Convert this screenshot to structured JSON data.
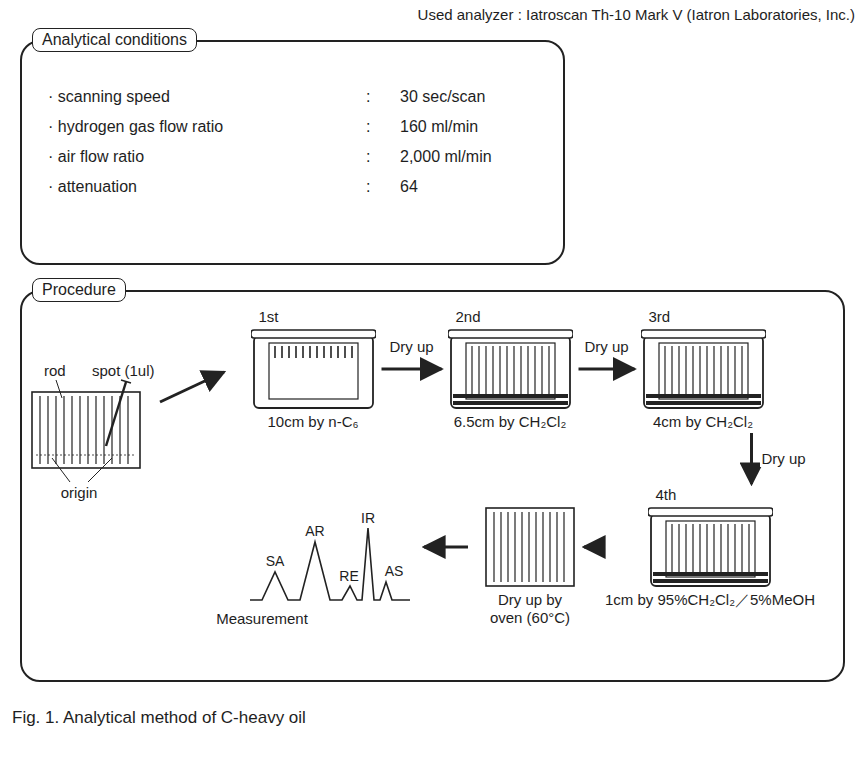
{
  "diagram": {
    "caption": "Fig. 1. Analytical method of C-heavy oil",
    "nodes": [
      {
        "text": [
          "Analytical conditions",
          "· scanning speed",
          ":",
          "30 sec/scan",
          "· hydrogen gas flow ratio",
          ":",
          "160 ml/min",
          "· air flow ratio",
          ":",
          "2,000 ml/min",
          "· attenuation",
          ":",
          "64"
        ]
      },
      {
        "text": [
          "Procedure"
        ]
      },
      {
        "text": [
          "1st",
          "10cm by n-C₆"
        ],
        "in": 1
      },
      {
        "text": [
          "2nd",
          "6.5cm by CH₂Cl₂"
        ],
        "in": 1
      },
      {
        "text": [
          "3rd",
          "4cm by CH₂Cl₂"
        ],
        "in": 1
      },
      {
        "text": [
          "4th",
          "1cm by 95%CH₂Cl₂／5%MeOH"
        ],
        "in": 1
      },
      {
        "text": [
          "Dry up by oven (60°C)"
        ],
        "in": 1
      }
    ],
    "edges": [
      {
        "from": 2,
        "to": 3,
        "label": "Dry up",
        "arrow": "to"
      },
      {
        "from": 3,
        "to": 4,
        "label": "Dry up",
        "arrow": "to"
      },
      {
        "from": 4,
        "to": 5,
        "label": "Dry up",
        "arrow": "to"
      },
      {
        "from": 5,
        "to": 6,
        "arrow": "to"
      }
    ],
    "labels": [
      "Used analyzer : Iatroscan Th-10 Mark V (Iatron Laboratories, Inc.)",
      "rod",
      "spot (1ul)",
      "origin",
      "SA",
      "AR",
      "RE",
      "IR",
      "AS",
      "Measurement"
    ]
  }
}
